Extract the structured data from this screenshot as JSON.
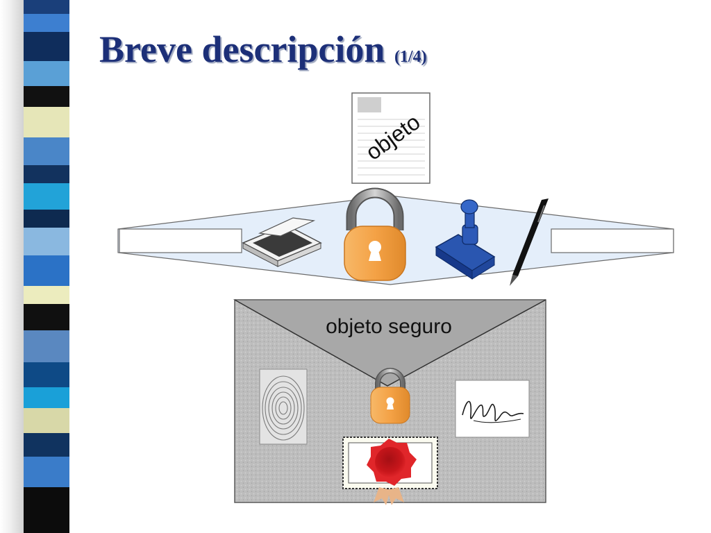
{
  "slide": {
    "title": "Breve descripción",
    "title_counter": "(1/4)",
    "title_color": "#1c2f78"
  },
  "decoration": {
    "stripe_colors": [
      "#1a3f7a",
      "#3d7fd0",
      "#0f2d5c",
      "#5aa0d6",
      "#111111",
      "#e6e6b8",
      "#4a86c8",
      "#12325e",
      "#22a3d8",
      "#0e2a50",
      "#8ab8e0",
      "#2b72c6",
      "#ececbe",
      "#101010",
      "#5a88c0",
      "#0e4a86",
      "#1aa0d8",
      "#d8d8a8",
      "#10335f",
      "#3a7cc9",
      "#0c0c0c"
    ]
  },
  "diagram": {
    "document_label": "objeto",
    "envelope_label": "objeto seguro",
    "icons": [
      "document-icon",
      "scanner-icon",
      "padlock-icon",
      "stamp-icon",
      "pen-icon",
      "fingerprint-icon",
      "signature-icon",
      "wax-seal-icon"
    ],
    "colors": {
      "lens_fill": "#e4eefa",
      "padlock_body": "#f4a64a",
      "stamp_blue": "#2a56b0",
      "envelope_gray": "#b9b9b9",
      "wax_red": "#c2161a"
    }
  }
}
